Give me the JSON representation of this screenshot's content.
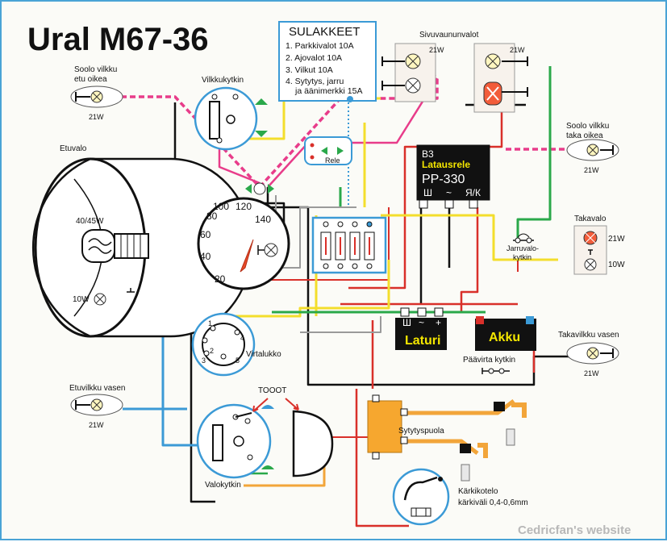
{
  "title": "Ural M67-36",
  "fuse_box": {
    "heading": "SULAKKEET",
    "items": [
      "1. Parkkivalot 10A",
      "2. Ajovalot 10A",
      "3. Vilkut 10A",
      "4. Sytytys, jarru",
      "ja äänimerkki 15A"
    ]
  },
  "labels": {
    "side_lights": "Sivuvaununvalot",
    "side_w1": "21W",
    "side_w2": "21W",
    "front_right_a": "Soolo vilkku",
    "front_right_b": "etu oikea",
    "front_right_w": "21W",
    "turn_switch": "Vilkkukytkin",
    "relay": "Rele",
    "rear_right_a": "Soolo vilkku",
    "rear_right_b": "taka oikea",
    "rear_right_w": "21W",
    "headlight": "Etuvalo",
    "head_main_w": "40/45W",
    "head_small_w": "10W",
    "charge_relay_top": "B3",
    "charge_relay_name": "Latausrele",
    "charge_relay_model": "PP-330",
    "charge_relay_t1": "Ш",
    "charge_relay_t2": "~",
    "charge_relay_t3": "Я/К",
    "brake_switch_a": "Jarruvalo-",
    "brake_switch_b": "kytkin",
    "tail_light": "Takavalo",
    "tail_w1": "21W",
    "tail_w2": "10W",
    "generator": "Laturi",
    "gen_t1": "Ш",
    "gen_t2": "~",
    "gen_t3": "+",
    "battery": "Akku",
    "main_switch": "Päävirta kytkin",
    "ignition_lock": "Virtalukko",
    "rear_left": "Takavilkku vasen",
    "rear_left_w": "21W",
    "front_left": "Etuvilkku vasen",
    "front_left_w": "21W",
    "horn": "TOOOT",
    "ignition_coil": "Sytytyspuola",
    "light_switch": "Valokytkin",
    "points_a": "Kärkikotelo",
    "points_b": "kärkiväli 0,4-0,6mm",
    "watermark": "Cedricfan's website"
  },
  "speedometer": {
    "ticks": [
      "20",
      "40",
      "60",
      "80",
      "100",
      "120",
      "140"
    ]
  },
  "ignition_positions": [
    "1",
    "2",
    "3",
    "4",
    "5"
  ],
  "wire_colors": {
    "red": "#d9302a",
    "pink": "#e83c8a",
    "yellow": "#f3de2c",
    "green": "#2aa84a",
    "blue": "#3b9ad6",
    "orange": "#f2a53a",
    "black": "#111111",
    "gray": "#9a9a9a"
  }
}
